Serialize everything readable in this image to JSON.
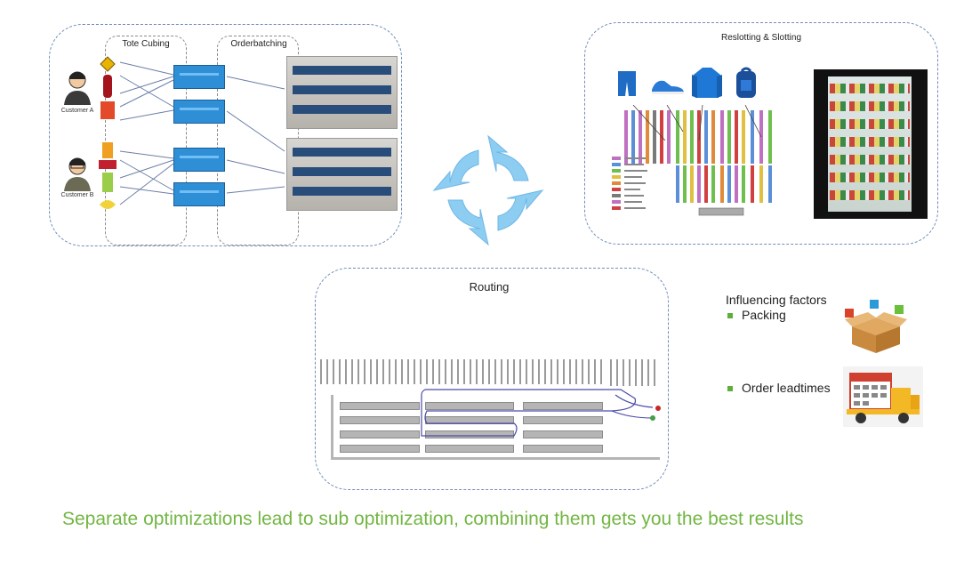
{
  "panels": {
    "order_panel": {
      "tote_cubing_label": "Tote Cubing",
      "orderbatching_label": "Orderbatching",
      "customer_a_label": "Customer A",
      "customer_b_label": "Customer B"
    },
    "slotting_panel": {
      "title": "Reslotting & Slotting"
    },
    "routing_panel": {
      "title": "Routing"
    }
  },
  "influencing_factors": {
    "title": "Influencing factors",
    "items": [
      "Packing",
      "Order leadtimes"
    ]
  },
  "footer_text": "Separate optimizations lead to sub optimization, combining them gets you the best results",
  "colors": {
    "panel_border": "#6f8fb8",
    "tote_blue": "#2f8fd6",
    "cycle_arrow": "#8ecdf2",
    "footer_green": "#72b643",
    "bullet_green": "#5fae3a"
  },
  "icons": [
    "person-icon",
    "product-icon",
    "tote-icon",
    "cycle-arrows-icon",
    "shorts-icon",
    "shoe-icon",
    "jacket-icon",
    "backpack-icon",
    "box-icon",
    "truck-calendar-icon"
  ]
}
